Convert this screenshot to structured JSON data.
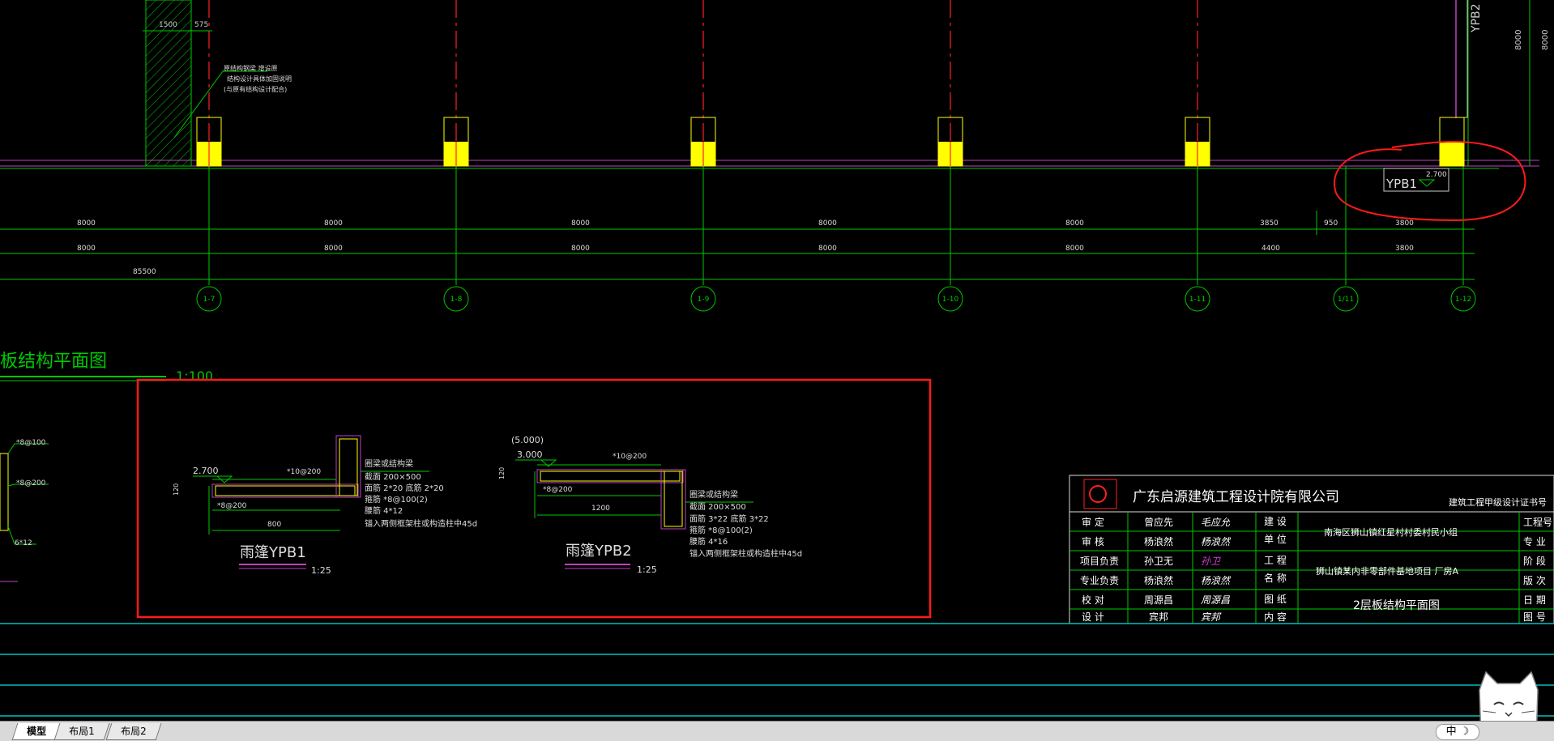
{
  "drawing": {
    "top_dims": {
      "d1500": "1500",
      "d575": "575"
    },
    "note_top": [
      "原结构钢梁 增设原",
      "结构设计具体加固说明",
      "(与原有结构设计配合)"
    ],
    "axis_labels": [
      "1-7",
      "1-8",
      "1-9",
      "1-10",
      "1-11",
      "1/11",
      "1-12"
    ],
    "dim_row1": [
      "8000",
      "8000",
      "8000",
      "8000",
      "8000",
      "3850",
      "950",
      "3800"
    ],
    "dim_row2": [
      "8000",
      "8000",
      "8000",
      "8000",
      "8000",
      "4400",
      "3800"
    ],
    "dim_total": "85500",
    "right_dims": [
      "8000",
      "8000"
    ],
    "ypb2_vertical": "YPB2",
    "ypb1_tag": "YPB1",
    "ypb1_elev": "2.700",
    "plan_title": "板结构平面图",
    "plan_scale": "1:100",
    "left_notes": [
      "*8@100",
      "*8@200",
      "6*12"
    ]
  },
  "details": {
    "ypb1": {
      "elev": "2.700",
      "top_bar": "*10@200",
      "bot_bar": "*8@200",
      "thick": "120",
      "width": "800",
      "notes": [
        "圈梁或结构梁",
        "截面 200×500",
        "面筋 2*20   底筋 2*20",
        "箍筋 *8@100(2)",
        "腰筋 4*12",
        "锚入两侧框架柱或构造柱中45d"
      ],
      "title": "雨篷YPB1",
      "scale": "1:25"
    },
    "ypb2": {
      "elev_top": "(5.000)",
      "elev": "3.000",
      "top_bar": "*10@200",
      "bot_bar": "*8@200",
      "thick": "120",
      "width": "1200",
      "notes": [
        "圈梁或结构梁",
        "截面 200×500",
        "面筋 3*22   底筋 3*22",
        "箍筋 *8@100(2)",
        "腰筋 4*16",
        "锚入两侧框架柱或构造柱中45d"
      ],
      "title": "雨篷YPB2",
      "scale": "1:25"
    }
  },
  "title_block": {
    "company": "广东启源建筑工程设计院有限公司",
    "cert": "建筑工程甲级设计证书号",
    "rows": [
      {
        "role": "审  定",
        "name": "曾应先"
      },
      {
        "role": "审  核",
        "name": "杨浪然"
      },
      {
        "role": "项目负责",
        "name": "孙卫无"
      },
      {
        "role": "专业负责",
        "name": "杨浪然"
      },
      {
        "role": "校  对",
        "name": "周源昌"
      },
      {
        "role": "设  计",
        "name": "宾邦"
      }
    ],
    "signatures": [
      "毛应允",
      "杨浪然",
      "孙卫",
      "杨浪然",
      "周源昌",
      "宾邦"
    ],
    "field_labels": [
      "建 设",
      "单 位",
      "工 程",
      "名 称",
      "图 纸",
      "内 容"
    ],
    "client": "南海区狮山镇红星村村委村民小组",
    "project": "狮山镇某内非零部件基地项目 厂房A",
    "drawing_name": "2层板结构平面图",
    "right_labels": [
      "工程号",
      "专 业",
      "阶 段",
      "版 次",
      "日 期",
      "图 号"
    ]
  },
  "tabs": [
    "模型",
    "布局1",
    "布局2"
  ],
  "ime": "中 ☽",
  "colors": {
    "grid": "#00c800",
    "axis_red": "#ff2020",
    "column": "#ffff00",
    "magenta": "#c040c0",
    "cyan": "#00c0c0",
    "highlight": "#ff1a1a",
    "text": "#ffffff"
  }
}
